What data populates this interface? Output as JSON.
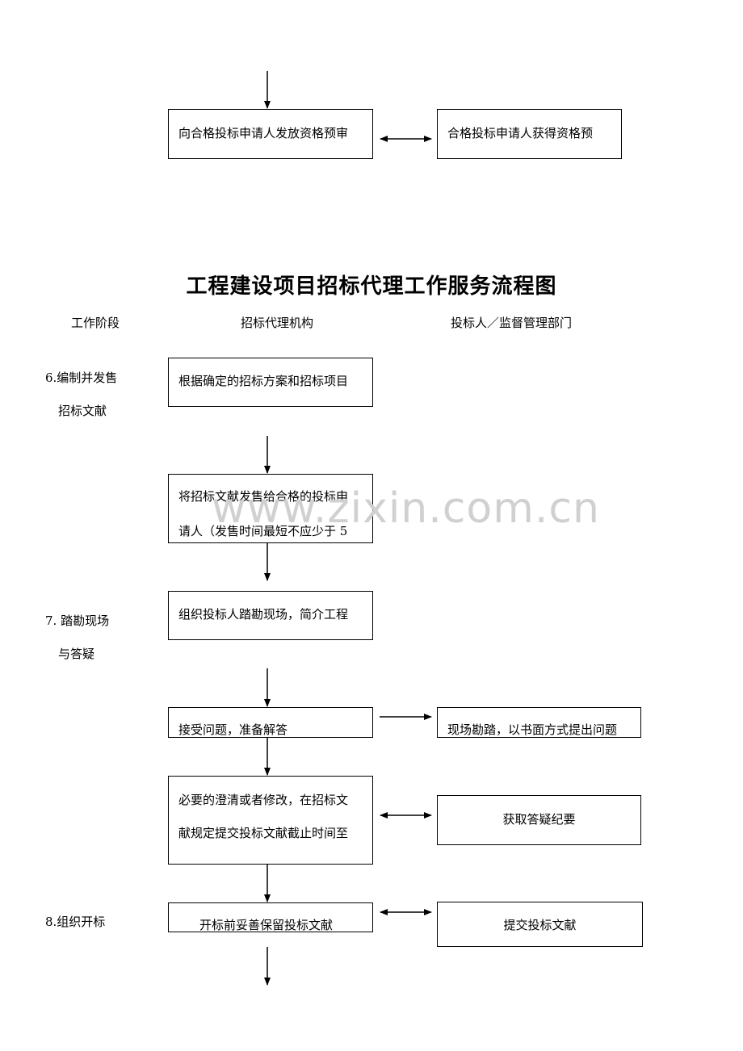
{
  "title": "工程建设项目招标代理工作服务流程图",
  "columns": {
    "stage": "工作阶段",
    "agency": "招标代理机构",
    "bidder": "投标人／监督管理部门"
  },
  "top": {
    "left_box": "向合格投标申请人发放资格预审",
    "right_box": "合格投标申请人获得资格预"
  },
  "stages": {
    "s6_line1": "6.编制并发售",
    "s6_line2": "招标文献",
    "s7_line1": "7. 踏勘现场",
    "s7_line2": "与答疑",
    "s8_line1": "8.组织开标"
  },
  "boxes": {
    "b1": "根据确定的招标方案和招标项目",
    "b2_l1": "将招标文献发售给合格的投标申",
    "b2_l2": "请人（发售时间最短不应少于 5",
    "b3": "组织投标人踏勘现场，简介工程",
    "b4": "接受问题，准备解答",
    "b4_right": "现场勘踏，以书面方式提出问题",
    "b5_l1": "必要的澄清或者修改，在招标文",
    "b5_l2": "献规定提交投标文献截止时间至",
    "b5_right": "获取答疑纪要",
    "b6": "开标前妥善保留投标文献",
    "b6_right": "提交投标文献"
  },
  "watermark": "www.zixin.com.cn"
}
